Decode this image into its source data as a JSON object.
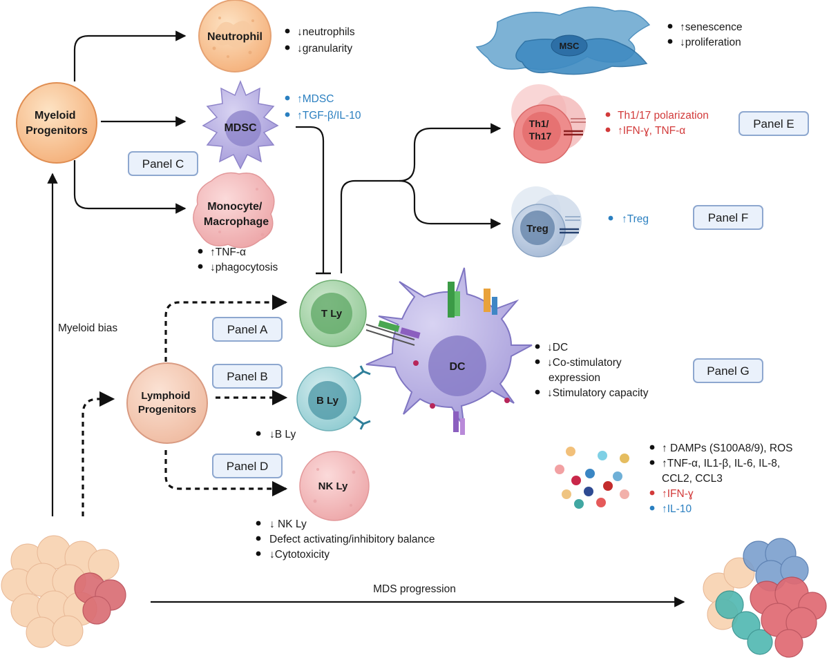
{
  "cells": {
    "neutrophil": "Neutrophil",
    "myeloid_progenitors": [
      "Myeloid",
      "Progenitors"
    ],
    "mdsc": "MDSC",
    "monocyte_macrophage": [
      "Monocyte/",
      "Macrophage"
    ],
    "msc": "MSC",
    "th": [
      "Th1/",
      "Th17"
    ],
    "treg": "Treg",
    "t_ly": "T Ly",
    "b_ly": "B Ly",
    "nk_ly": "NK Ly",
    "dc": "DC",
    "lymphoid_progenitors": [
      "Lymphoid",
      "Progenitors"
    ]
  },
  "notes": {
    "neutrophil": [
      "↓neutrophils",
      "↓granularity"
    ],
    "mdsc": [
      "↑MDSC",
      "↑TGF-β/IL-10"
    ],
    "monocyte": [
      "↑TNF-α",
      "↓phagocytosis"
    ],
    "msc": [
      "↑senescence",
      "↓proliferation"
    ],
    "th": [
      "Th1/17 polarization",
      "↑IFN-ɣ, TNF-α"
    ],
    "treg": [
      "↑Treg"
    ],
    "dc": [
      "↓DC",
      "↓Co-stimulatory",
      "expression",
      "↓Stimulatory capacity"
    ],
    "b_ly": "↓B Ly",
    "nk_ly": [
      "↓ NK Ly",
      "Defect activating/inhibitory balance",
      "↓Cytotoxicity"
    ],
    "cytokines": [
      "↑ DAMPs (S100A8/9), ROS",
      "↑TNF-α, IL1-β, IL-6, IL-8,",
      "CCL2, CCL3",
      "↑IFN-ɣ",
      "↑IL-10"
    ]
  },
  "panels": {
    "a": "Panel A",
    "b": "Panel B",
    "c": "Panel C",
    "d": "Panel D",
    "e": "Panel E",
    "f": "Panel F",
    "g": "Panel G"
  },
  "labels": {
    "myeloid_bias": "Myeloid bias",
    "mds_progression": "MDS progression"
  },
  "colors": {
    "bullet_blue": "#2a7fc0",
    "bullet_red": "#d23a3a",
    "panel_fill": "#eaf1fb",
    "panel_border": "#8da7cf"
  }
}
